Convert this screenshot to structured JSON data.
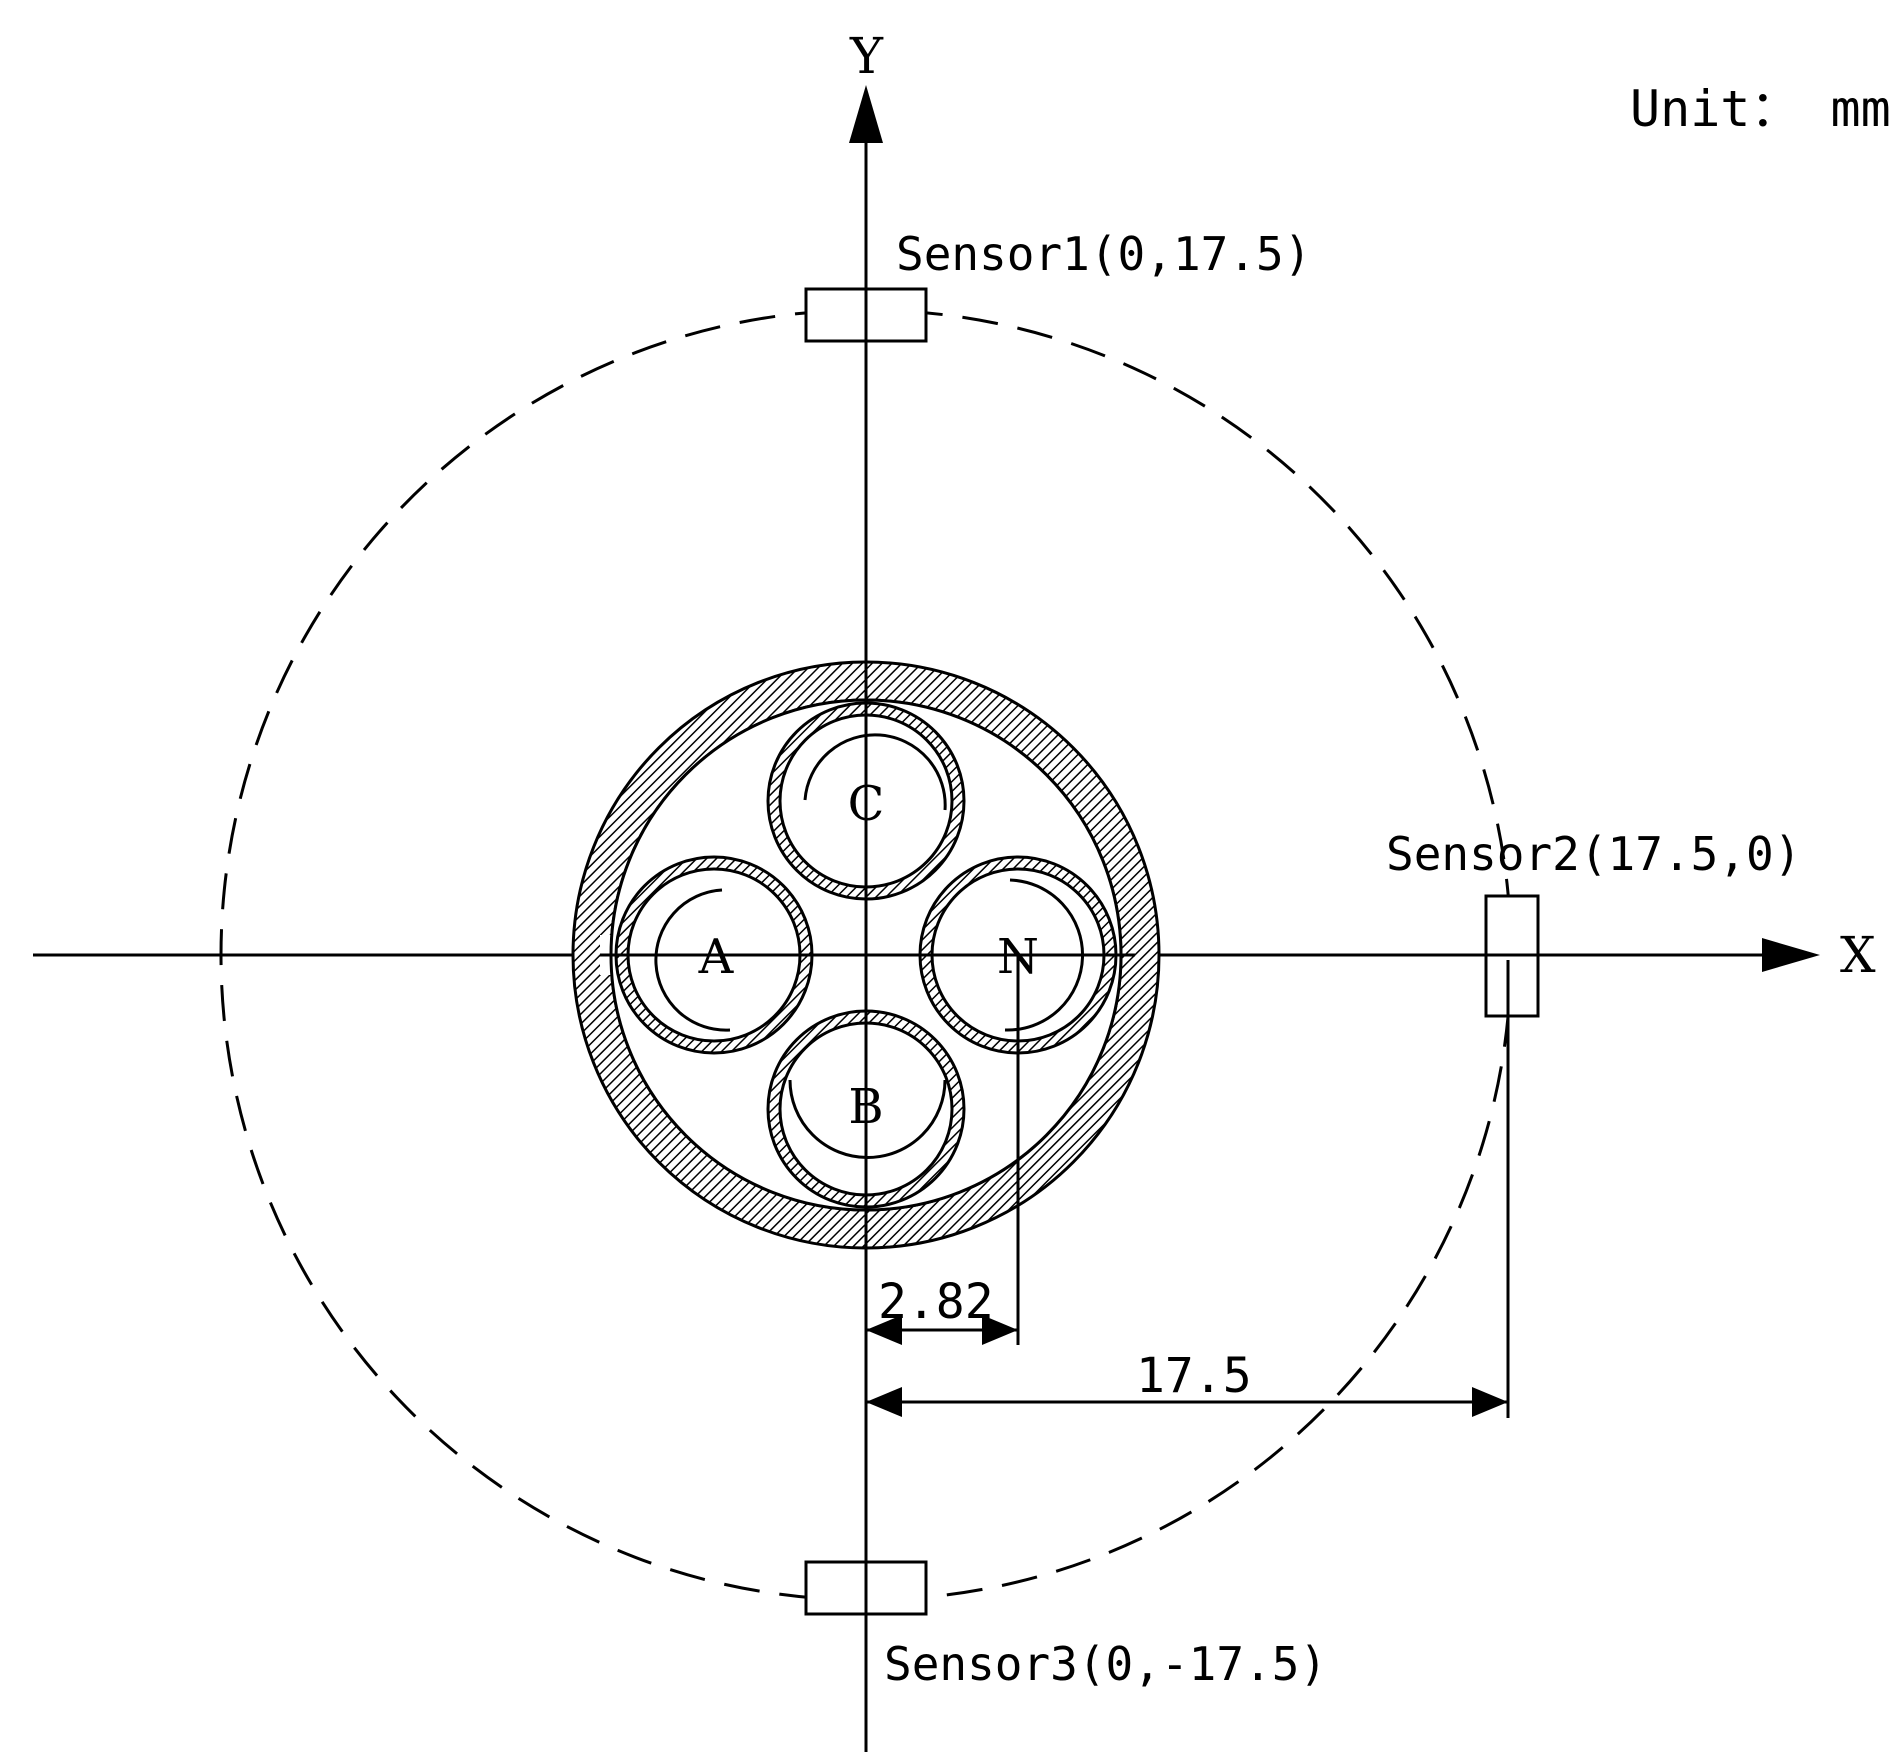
{
  "unit_label": "Unit： mm",
  "axes": {
    "x_label": "X",
    "y_label": "Y"
  },
  "sensors": [
    {
      "label": "Sensor1(0,17.5)"
    },
    {
      "label": "Sensor2(17.5,0)"
    },
    {
      "label": "Sensor3(0,-17.5)"
    }
  ],
  "conductors": {
    "c": "C",
    "a": "A",
    "n": "N",
    "b": "B"
  },
  "dimensions": {
    "offset": "2.82",
    "radius": "17.5"
  },
  "style": {
    "stroke": "#000000",
    "background": "#ffffff"
  }
}
